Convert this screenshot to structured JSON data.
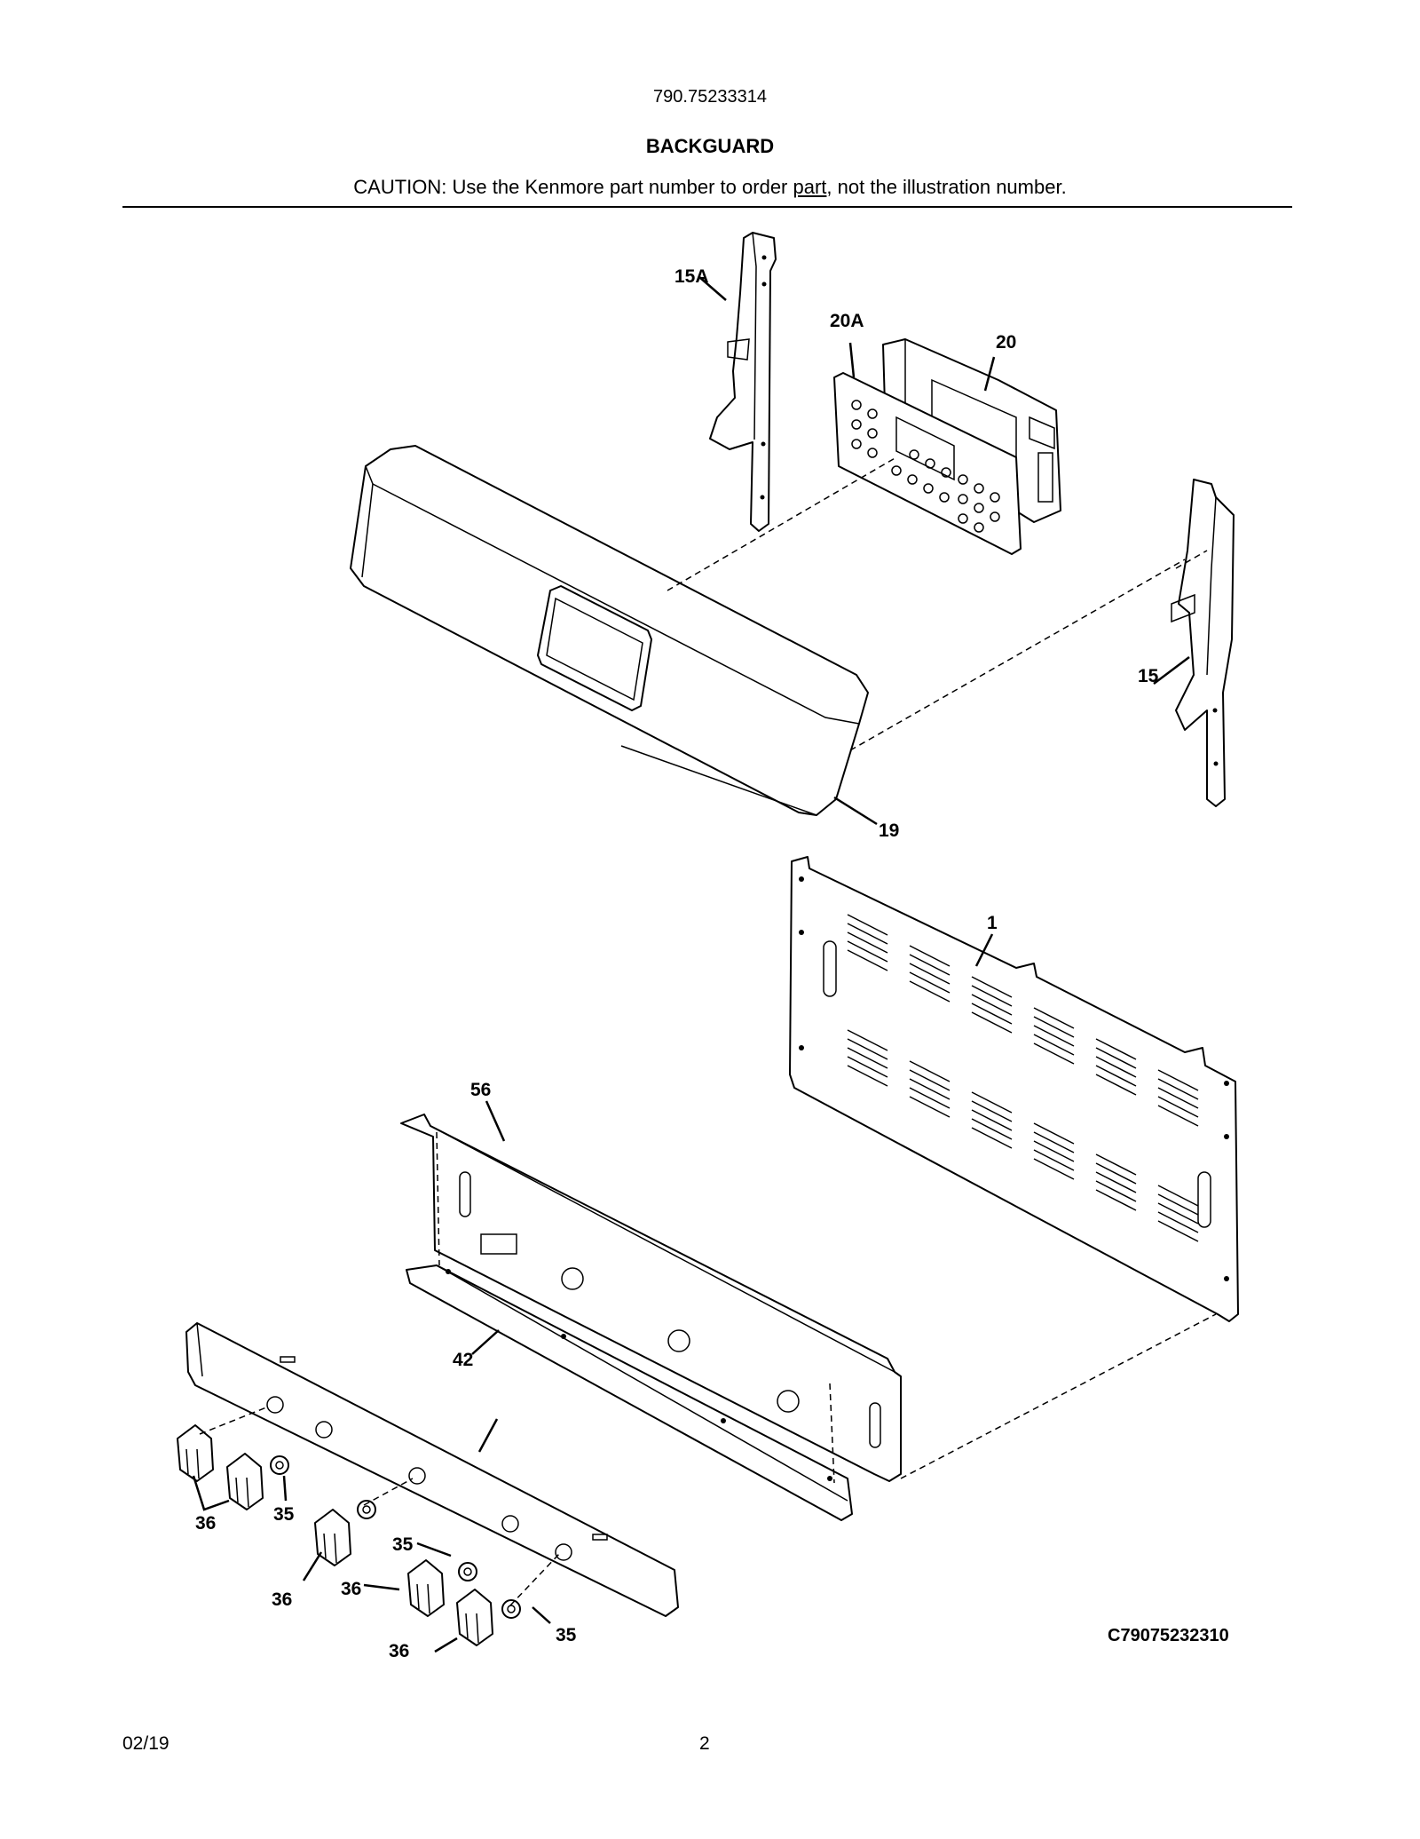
{
  "header": {
    "model_number": "790.75233314",
    "section_title": "BACKGUARD",
    "caution_before": "CAUTION: Use the Kenmore part number to order ",
    "caution_underlined": "part",
    "caution_after": ", not the illustration number."
  },
  "diagram": {
    "callouts": {
      "c15A": "15A",
      "c20A": "20A",
      "c20": "20",
      "c15": "15",
      "c19": "19",
      "c1": "1",
      "c56": "56",
      "c42": "42",
      "c36a": "36",
      "c35a": "35",
      "c35b": "35",
      "c36b": "36",
      "c36c": "36",
      "c36d": "36",
      "c35c": "35"
    },
    "drawing_code": "C79075232310"
  },
  "footer": {
    "date": "02/19",
    "page": "2"
  }
}
